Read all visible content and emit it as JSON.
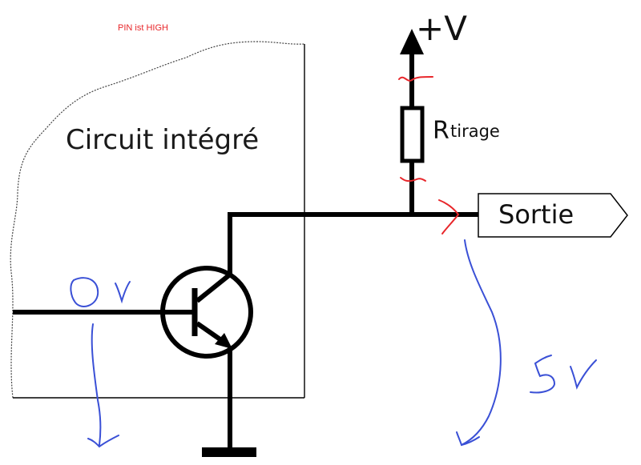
{
  "annotation_top": "PIN ist HIGH",
  "ic_label": "Circuit intégré",
  "supply_label": "+V",
  "resistor_label_main": "R",
  "resistor_label_sub": "tirage",
  "output_label": "Sortie",
  "handwritten_left": "0V",
  "handwritten_right": "5V",
  "colors": {
    "wire": "#000000",
    "ic_outline": "#000000",
    "annotation_red": "#e8262a",
    "pen_blue": "#3a50d6"
  }
}
